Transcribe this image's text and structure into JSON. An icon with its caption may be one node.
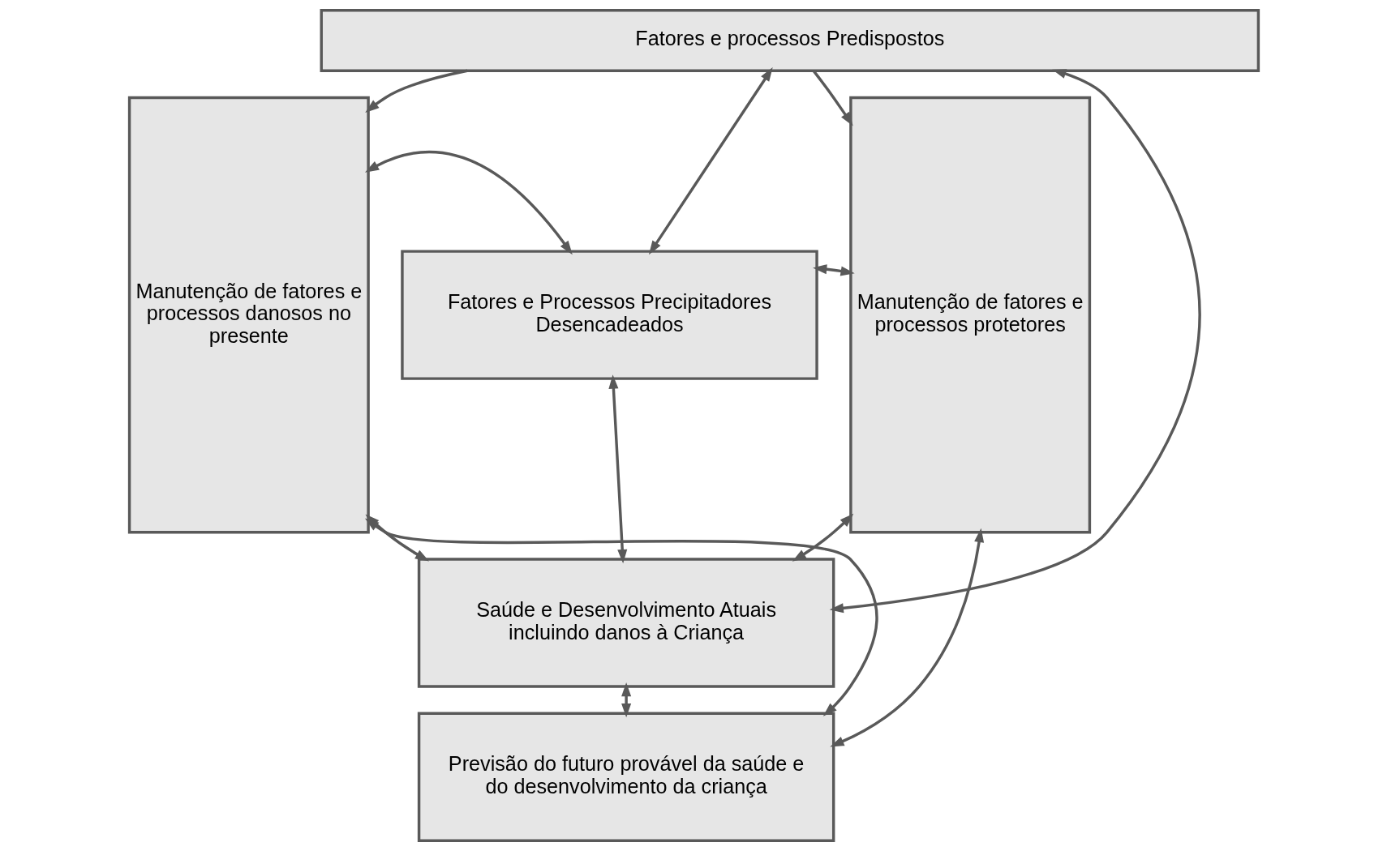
{
  "diagram": {
    "nodes": [
      {
        "text": [
          "Fatores e processos Predispostos"
        ]
      },
      {
        "text": [
          "Manutenção de fatores e processos danosos no presente"
        ]
      },
      {
        "text": [
          "Fatores e Processos Precipitadores Desencadeados"
        ]
      },
      {
        "text": [
          "Saúde e Desenvolvimento Atuais incluindo danos à Criança"
        ]
      },
      {
        "text": [
          "Previsão do futuro provável da saúde e do desenvolvimento da criança"
        ]
      },
      {
        "text": [
          "Manutenção de fatores e processos protetores"
        ]
      }
    ],
    "edges": [
      {
        "from": 0,
        "to": 1,
        "arrow": "to"
      },
      {
        "from": 0,
        "to": 2,
        "arrow": "both"
      },
      {
        "from": 0,
        "to": 3,
        "arrow": "both"
      },
      {
        "from": 0,
        "to": 5,
        "arrow": "to"
      },
      {
        "from": 1,
        "to": 2,
        "arrow": "both"
      },
      {
        "from": 2,
        "to": 5,
        "arrow": "both"
      },
      {
        "from": 2,
        "to": 3,
        "arrow": "both"
      },
      {
        "from": 1,
        "to": 3,
        "arrow": "both"
      },
      {
        "from": 3,
        "to": 5,
        "arrow": "both"
      },
      {
        "from": 3,
        "to": 4,
        "arrow": "both"
      },
      {
        "from": 1,
        "to": 4,
        "arrow": "both"
      },
      {
        "from": 4,
        "to": 5,
        "arrow": "both"
      }
    ]
  }
}
